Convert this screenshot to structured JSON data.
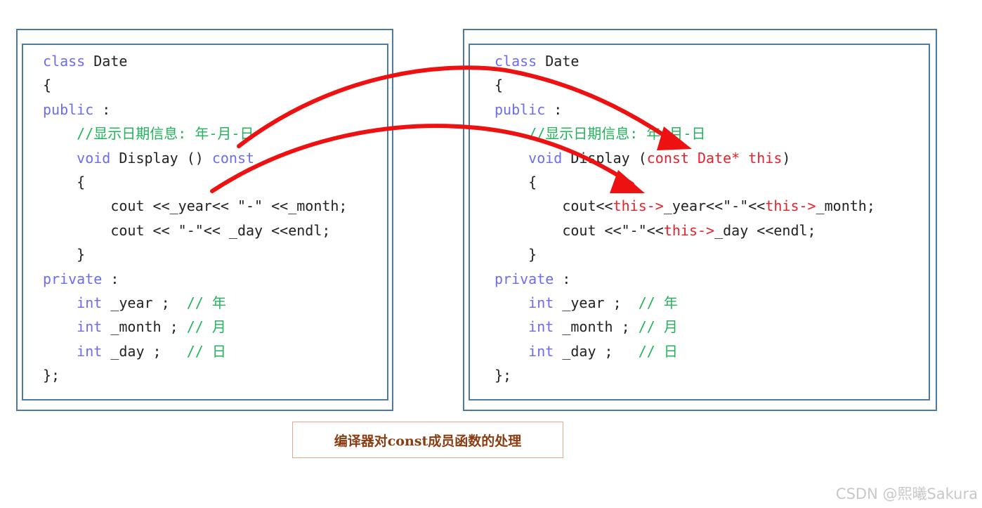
{
  "left_panel": {
    "lines": [
      [
        {
          "t": "class",
          "c": "kw"
        },
        {
          "t": " Date",
          "c": "plain"
        }
      ],
      [
        {
          "t": "{",
          "c": "plain"
        }
      ],
      [
        {
          "t": "public",
          "c": "kw"
        },
        {
          "t": " :",
          "c": "plain"
        }
      ],
      [
        {
          "t": "    ",
          "c": "plain"
        },
        {
          "t": "//显示日期信息: 年-月-日",
          "c": "cm"
        }
      ],
      [
        {
          "t": "    ",
          "c": "plain"
        },
        {
          "t": "void",
          "c": "kw"
        },
        {
          "t": " Display () ",
          "c": "plain"
        },
        {
          "t": "const",
          "c": "kw"
        }
      ],
      [
        {
          "t": "    {",
          "c": "plain"
        }
      ],
      [
        {
          "t": "        cout <<_year<< \"-\" <<_month;",
          "c": "plain"
        }
      ],
      [
        {
          "t": "        cout << \"-\"<< _day <<endl;",
          "c": "plain"
        }
      ],
      [
        {
          "t": "    }",
          "c": "plain"
        }
      ],
      [
        {
          "t": "private",
          "c": "kw"
        },
        {
          "t": " :",
          "c": "plain"
        }
      ],
      [
        {
          "t": "    ",
          "c": "plain"
        },
        {
          "t": "int",
          "c": "kw"
        },
        {
          "t": " _year ;  ",
          "c": "plain"
        },
        {
          "t": "// 年",
          "c": "cm"
        }
      ],
      [
        {
          "t": "    ",
          "c": "plain"
        },
        {
          "t": "int",
          "c": "kw"
        },
        {
          "t": " _month ; ",
          "c": "plain"
        },
        {
          "t": "// 月",
          "c": "cm"
        }
      ],
      [
        {
          "t": "    ",
          "c": "plain"
        },
        {
          "t": "int",
          "c": "kw"
        },
        {
          "t": " _day ;   ",
          "c": "plain"
        },
        {
          "t": "// 日",
          "c": "cm"
        }
      ],
      [
        {
          "t": "};",
          "c": "plain"
        }
      ]
    ]
  },
  "right_panel": {
    "lines": [
      [
        {
          "t": "class",
          "c": "kw"
        },
        {
          "t": " Date",
          "c": "plain"
        }
      ],
      [
        {
          "t": "{",
          "c": "plain"
        }
      ],
      [
        {
          "t": "public",
          "c": "kw"
        },
        {
          "t": " :",
          "c": "plain"
        }
      ],
      [
        {
          "t": "    ",
          "c": "plain"
        },
        {
          "t": "//显示日期信息: 年-月-日",
          "c": "cm"
        }
      ],
      [
        {
          "t": "    ",
          "c": "plain"
        },
        {
          "t": "void",
          "c": "kw"
        },
        {
          "t": " Display (",
          "c": "plain"
        },
        {
          "t": "const Date* this",
          "c": "red"
        },
        {
          "t": ")",
          "c": "plain"
        }
      ],
      [
        {
          "t": "    {",
          "c": "plain"
        }
      ],
      [
        {
          "t": "        cout<<",
          "c": "plain"
        },
        {
          "t": "this->",
          "c": "red"
        },
        {
          "t": "_year<<\"-\"<<",
          "c": "plain"
        },
        {
          "t": "this->",
          "c": "red"
        },
        {
          "t": "_month;",
          "c": "plain"
        }
      ],
      [
        {
          "t": "        cout <<\"-\"<<",
          "c": "plain"
        },
        {
          "t": "this->",
          "c": "red"
        },
        {
          "t": "_day <<endl;",
          "c": "plain"
        }
      ],
      [
        {
          "t": "    }",
          "c": "plain"
        }
      ],
      [
        {
          "t": "private",
          "c": "kw"
        },
        {
          "t": " :",
          "c": "plain"
        }
      ],
      [
        {
          "t": "    ",
          "c": "plain"
        },
        {
          "t": "int",
          "c": "kw"
        },
        {
          "t": " _year ;  ",
          "c": "plain"
        },
        {
          "t": "// 年",
          "c": "cm"
        }
      ],
      [
        {
          "t": "    ",
          "c": "plain"
        },
        {
          "t": "int",
          "c": "kw"
        },
        {
          "t": " _month ; ",
          "c": "plain"
        },
        {
          "t": "// 月",
          "c": "cm"
        }
      ],
      [
        {
          "t": "    ",
          "c": "plain"
        },
        {
          "t": "int",
          "c": "kw"
        },
        {
          "t": " _day ;   ",
          "c": "plain"
        },
        {
          "t": "// 日",
          "c": "cm"
        }
      ],
      [
        {
          "t": "};",
          "c": "plain"
        }
      ]
    ]
  },
  "caption": "编译器对const成员函数的处理",
  "watermark": "CSDN @熙曦Sakura",
  "colors": {
    "frame": "#4a7aa5",
    "keyword": "#6c6cf0",
    "comment": "#22b45a",
    "highlight": "#e8222a",
    "arrow": "#ee1111",
    "caption_text": "#8a3d12",
    "caption_border": "#e4a98c"
  }
}
